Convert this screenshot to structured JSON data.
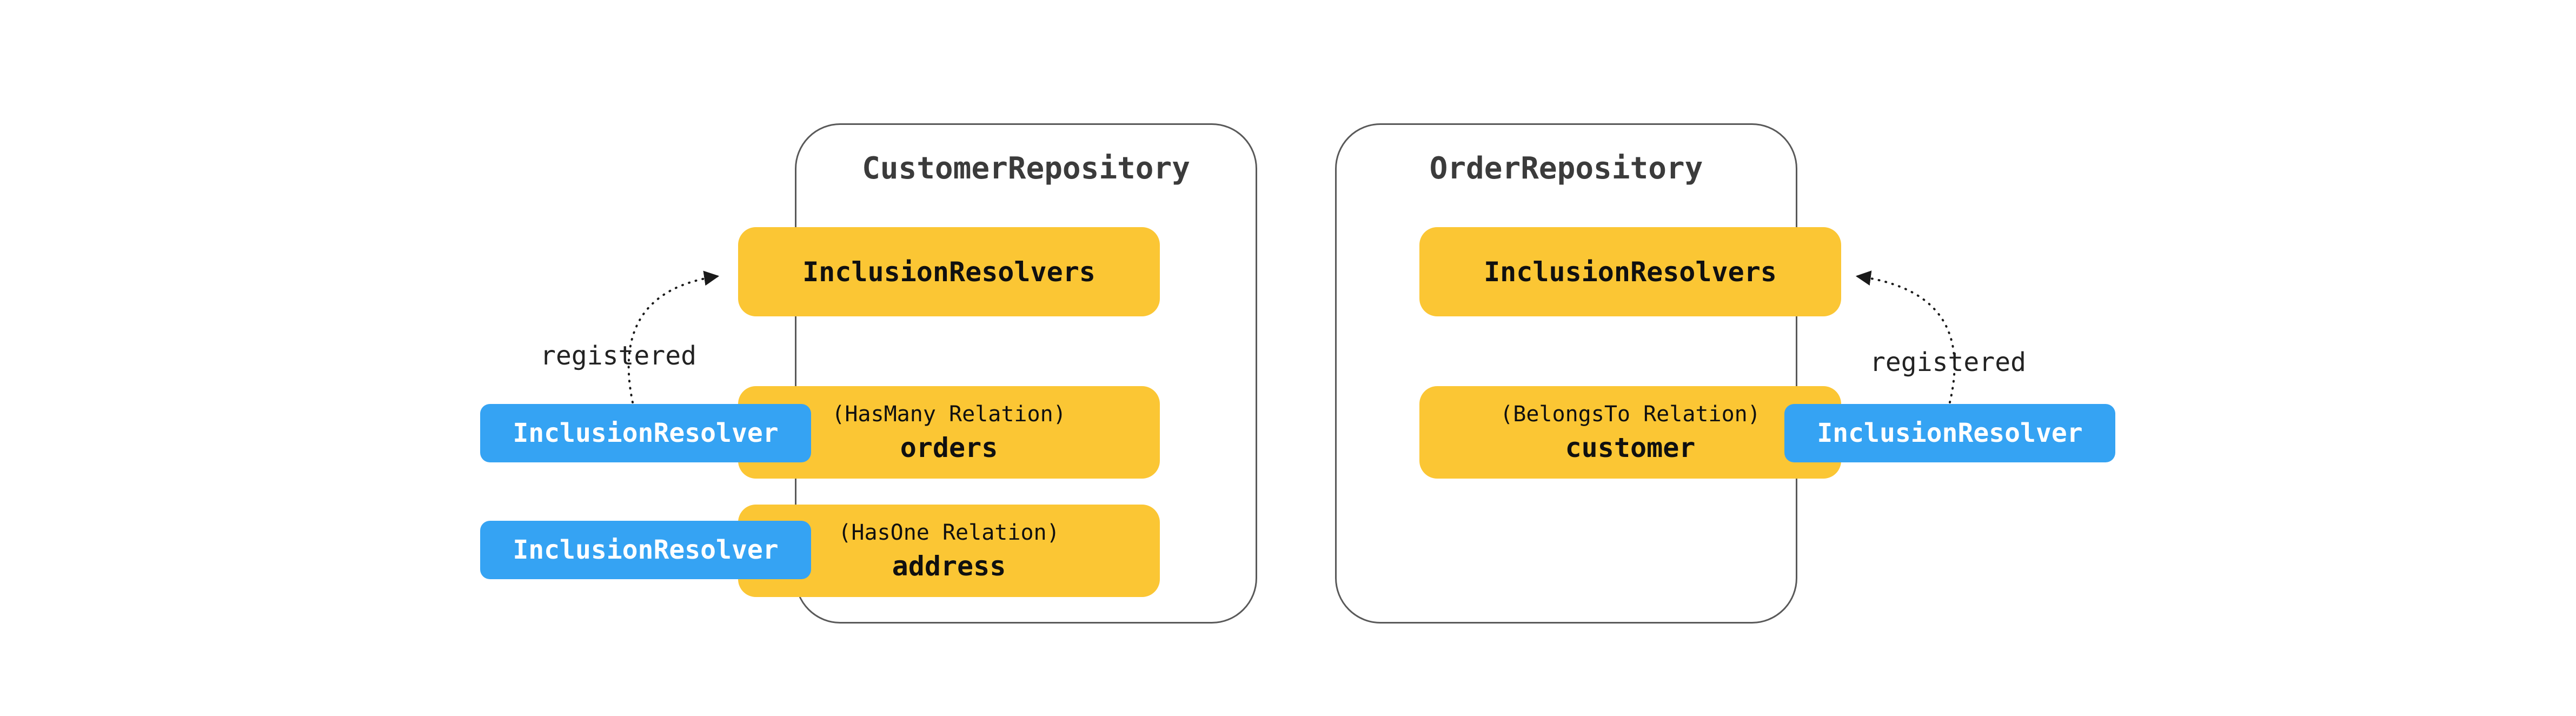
{
  "colors": {
    "bg": "#ffffff",
    "yellow": "#FBC634",
    "blue": "#35A3F3",
    "border": "#595959",
    "title": "#3b3b3b",
    "arrow": "#1a1a1a"
  },
  "customer_repo": {
    "title": "CustomerRepository",
    "resolvers_label": "InclusionResolvers",
    "relations": [
      {
        "type": "(HasMany Relation)",
        "name": "orders"
      },
      {
        "type": "(HasOne Relation)",
        "name": "address"
      }
    ],
    "resolvers": [
      "InclusionResolver",
      "InclusionResolver"
    ],
    "registered": "registered"
  },
  "order_repo": {
    "title": "OrderRepository",
    "resolvers_label": "InclusionResolvers",
    "relations": [
      {
        "type": "(BelongsTo Relation)",
        "name": "customer"
      }
    ],
    "resolvers": [
      "InclusionResolver"
    ],
    "registered": "registered"
  }
}
